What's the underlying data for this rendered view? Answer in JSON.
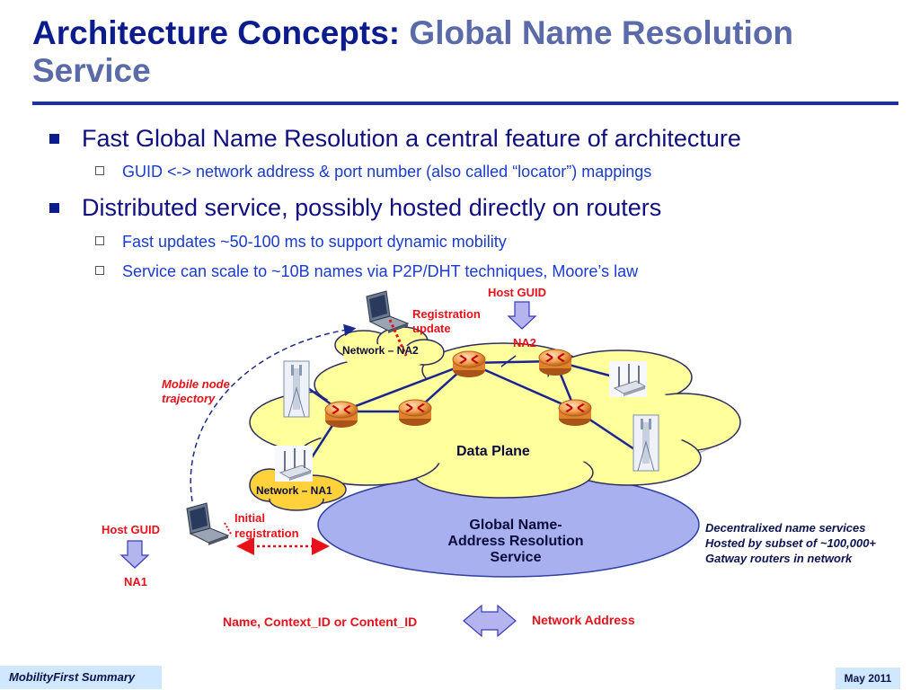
{
  "title": {
    "main": "Architecture Concepts:",
    "sub": "Global Name Resolution Service"
  },
  "bullets": [
    {
      "text": "Fast Global Name Resolution a central feature of architecture",
      "sub": [
        "GUID <-> network address & port number (also called “locator”) mappings"
      ]
    },
    {
      "text": "Distributed service, possibly hosted directly on routers",
      "sub": [
        "Fast updates ~50-100 ms to support dynamic mobility",
        "Service can scale to ~10B names via P2P/DHT techniques, Moore’s law"
      ]
    }
  ],
  "diagram": {
    "host_guid_top": "Host GUID",
    "na2_label": "NA2",
    "registration_update": [
      "Registration",
      "update"
    ],
    "network_na2": "Network – NA2",
    "mobile_trajectory": [
      "Mobile node",
      "trajectory"
    ],
    "data_plane": "Data Plane",
    "network_na1": "Network – NA1",
    "initial_registration": [
      "Initial",
      "registration"
    ],
    "host_guid_left": "Host GUID",
    "na1_label": "NA1",
    "gnrs": [
      "Global Name-",
      "Address Resolution",
      "Service"
    ],
    "decentralized_note": [
      "Decentralixed name services",
      "Hosted by subset of  ~100,000+",
      "Gatway routers in network"
    ],
    "name_label": "Name, Context_ID or Content_ID",
    "network_address": "Network Address"
  },
  "footer": {
    "left": "MobilityFirst Summary",
    "right": "May 2011"
  },
  "colors": {
    "title": "#0c1c8c",
    "subtitle": "#5b6aa8",
    "accent_red": "#e8101a",
    "cloud": "#ffff9c",
    "gnrs": "#a8b0f0"
  }
}
